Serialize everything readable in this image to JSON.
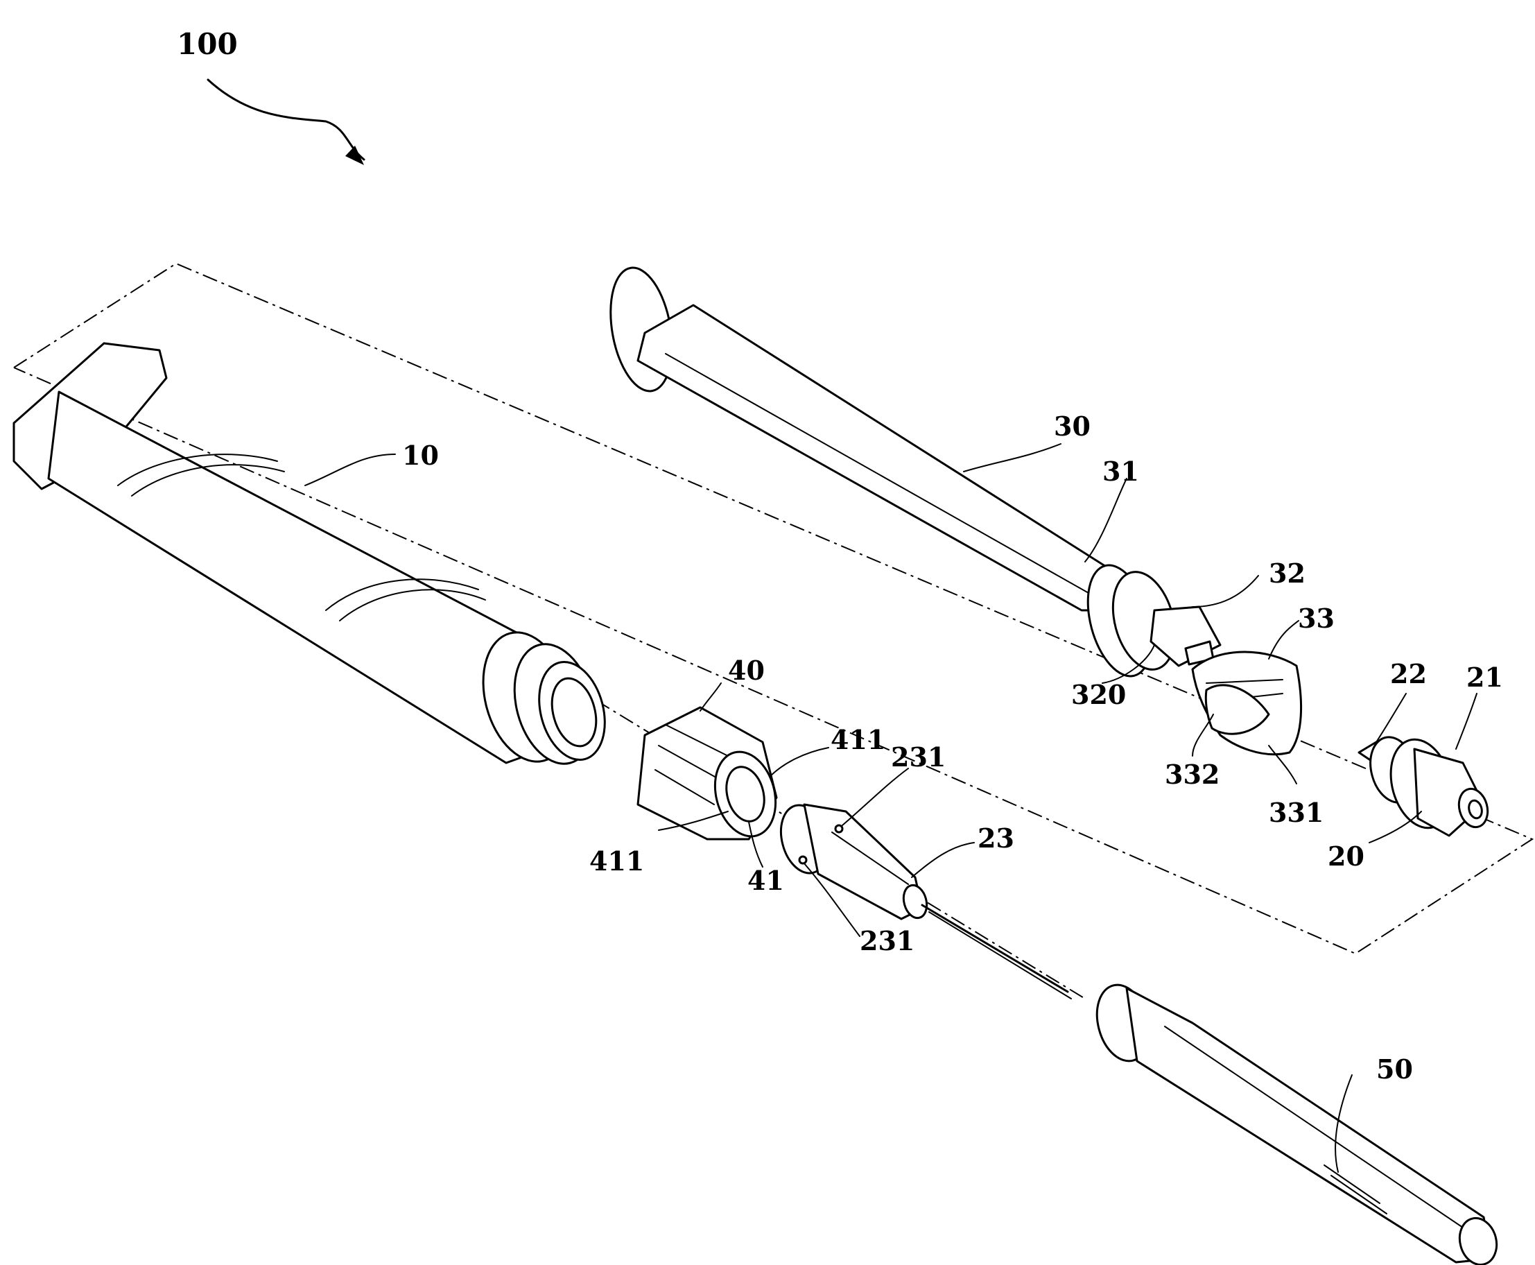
{
  "diagram": {
    "labels": {
      "assembly": "100",
      "barrel": "10",
      "plunger": "30",
      "plunger_neck": "31",
      "plunger_tip": "32",
      "tip_notch": "320",
      "stopper": "33",
      "stopper_face": "331",
      "stopper_cavity": "332",
      "luer_cap": "20",
      "cap_grip": "21",
      "cap_nozzle": "22",
      "collar": "40",
      "collar_bore": "41",
      "collar_lug_a": "411",
      "collar_lug_b": "411",
      "needle_hub": "23",
      "hub_lug_a": "231",
      "hub_lug_b": "231",
      "needle_sheath": "50"
    }
  }
}
